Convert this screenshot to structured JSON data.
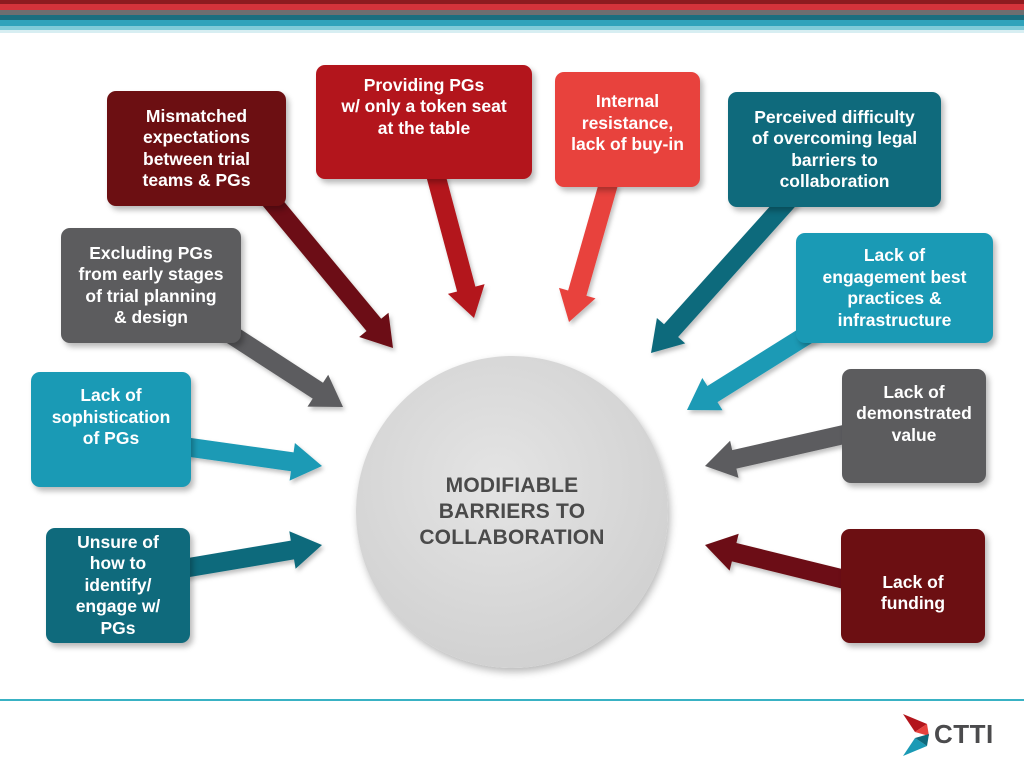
{
  "colors": {
    "maroon": "#6c0f12",
    "red": "#b3151c",
    "coral": "#e8423d",
    "dark_teal": "#0f6a7c",
    "teal": "#1a9ab5",
    "gray": "#5c5c5e",
    "hub_gray": "#d6d6d6",
    "accent_line": "#39b2c4"
  },
  "hub": {
    "label": "MODIFIABLE\nBARRIERS TO\nCOLLABORATION"
  },
  "barriers": [
    {
      "id": "mismatched",
      "text": "Mismatched\nexpectations\nbetween trial\nteams & PGs",
      "color": "#6c0f12"
    },
    {
      "id": "token-seat",
      "text": "Providing PGs\nw/ only a token seat\nat the table",
      "color": "#b3151c"
    },
    {
      "id": "internal",
      "text": "Internal\nresistance,\nlack of buy-in",
      "color": "#e8423d"
    },
    {
      "id": "legal",
      "text": "Perceived difficulty\nof overcoming legal\nbarriers to\ncollaboration",
      "color": "#0f6a7c"
    },
    {
      "id": "excluding",
      "text": "Excluding PGs\nfrom early stages\nof trial planning\n& design",
      "color": "#5c5c5e"
    },
    {
      "id": "engagement",
      "text": "Lack of\nengagement best\npractices &\ninfrastructure",
      "color": "#1a9ab5"
    },
    {
      "id": "sophistication",
      "text": "Lack of\nsophistication\nof PGs",
      "color": "#1a9ab5"
    },
    {
      "id": "demonstrated",
      "text": "Lack of\ndemonstrated\nvalue",
      "color": "#5c5c5e"
    },
    {
      "id": "unsure",
      "text": "Unsure of\nhow to\nidentify/\nengage w/\nPGs",
      "color": "#0f6a7c"
    },
    {
      "id": "funding",
      "text": "Lack of\nfunding",
      "color": "#6c0f12"
    }
  ],
  "logo": {
    "text": "CTTI",
    "colors": [
      "#b3151c",
      "#e8423d",
      "#0f6a7c",
      "#1a9ab5"
    ]
  }
}
